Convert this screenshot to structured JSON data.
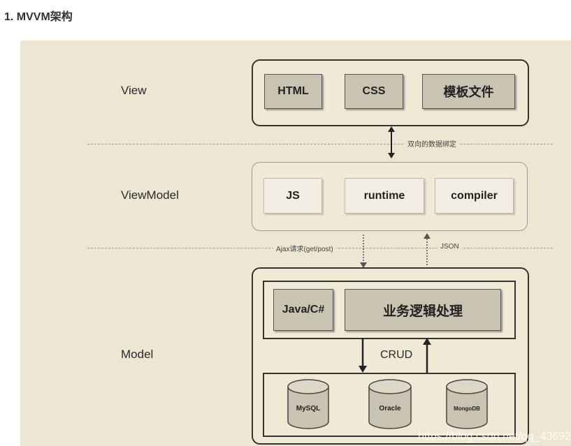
{
  "heading": "1. MVVM架构",
  "layers": {
    "view": "View",
    "viewmodel": "ViewModel",
    "model": "Model"
  },
  "view_boxes": [
    "HTML",
    "CSS",
    "模板文件"
  ],
  "viewmodel_boxes": [
    "JS",
    "runtime",
    "compiler"
  ],
  "model_boxes": [
    "Java/C#",
    "业务逻辑处理"
  ],
  "connectors": {
    "binding": "双向的数据绑定",
    "ajax": "Ajax请求(get/post)",
    "json": "JSON",
    "crud": "CRUD"
  },
  "databases": [
    "MySQL",
    "Oracle",
    "MongoDB"
  ],
  "watermark": "https://blog.csdn.net/qq_43692"
}
